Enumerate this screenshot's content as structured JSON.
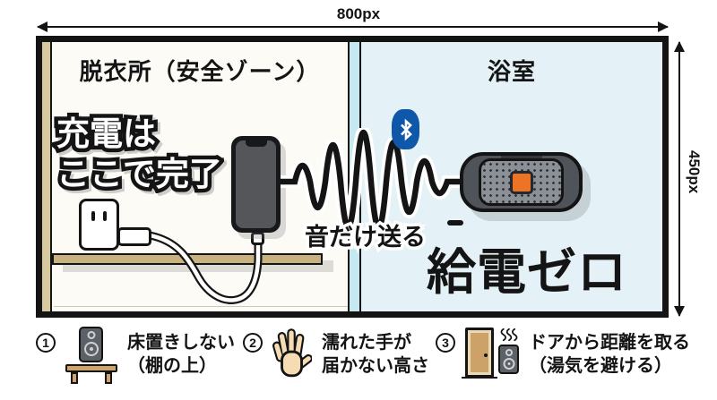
{
  "dimensions": {
    "width_label": "800px",
    "height_label": "450px"
  },
  "rooms": {
    "left": {
      "title": "脱衣所（安全ゾーン）",
      "charge_line1": "充電は",
      "charge_line2": "ここで完了"
    },
    "right": {
      "title": "浴室",
      "power_label": "給電ゼロ"
    }
  },
  "signal": {
    "label": "音だけ送る",
    "icon": "bluetooth-icon"
  },
  "devices": {
    "phone": "smartphone-icon",
    "speaker": "bluetooth-speaker-icon",
    "outlet": "power-outlet-icon"
  },
  "legend": [
    {
      "number": "1",
      "line1": "床置きしない",
      "line2": "（棚の上）",
      "icon": "speaker-on-shelf-icon"
    },
    {
      "number": "2",
      "line1": "濡れた手が",
      "line2": "届かない高さ",
      "icon": "wet-hand-icon"
    },
    {
      "number": "3",
      "line1": "ドアから距離を取る",
      "line2": "（湯気を避ける）",
      "icon": "door-steam-speaker-icon"
    }
  ],
  "colors": {
    "ink": "#141414",
    "left_room_bg": "#fcfbf6",
    "wall_tan": "#d6c89f",
    "shelf_tan": "#c8b27f",
    "bath_bg": "#e4f1f7",
    "partition_cyan": "#c6e8f0",
    "bluetooth_blue": "#0f57a8",
    "speaker_body": "#4e545a",
    "speaker_mesh": "#8a9096",
    "button_orange": "#ed7326",
    "hand_skin": "#f6dcb2",
    "door_tan": "#cda268",
    "table_tan": "#cfa36a",
    "legend_speaker_gray": "#5c6167"
  }
}
